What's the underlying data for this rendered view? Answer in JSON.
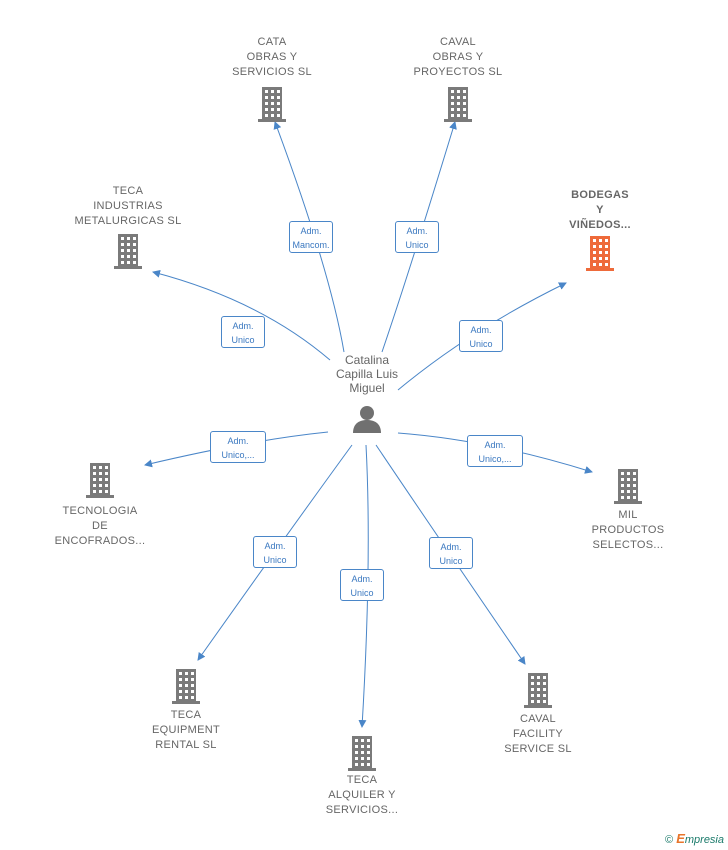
{
  "center": {
    "name": "Catalina\nCapilla Luis\nMiguel",
    "icon": "person-icon"
  },
  "companies": [
    {
      "id": "cata",
      "name": "CATA\nOBRAS Y\nSERVICIOS  SL",
      "highlight": false
    },
    {
      "id": "caval-obras",
      "name": "CAVAL\nOBRAS Y\nPROYECTOS SL",
      "highlight": false
    },
    {
      "id": "teca-industrias",
      "name": "TECA\nINDUSTRIAS\nMETALURGICAS SL",
      "highlight": false
    },
    {
      "id": "bodegas",
      "name": "BODEGAS\nY\nVIÑEDOS...",
      "highlight": true
    },
    {
      "id": "tecnologia",
      "name": "TECNOLOGIA\nDE\nENCOFRADOS...",
      "highlight": false
    },
    {
      "id": "mil",
      "name": "MIL\nPRODUCTOS\nSELECTOS...",
      "highlight": false
    },
    {
      "id": "teca-equipment",
      "name": "TECA\nEQUIPMENT\nRENTAL  SL",
      "highlight": false
    },
    {
      "id": "teca-alquiler",
      "name": "TECA\nALQUILER Y\nSERVICIOS...",
      "highlight": false
    },
    {
      "id": "caval-facility",
      "name": "CAVAL\nFACILITY\nSERVICE  SL",
      "highlight": false
    }
  ],
  "relations": [
    {
      "to": "cata",
      "label": "Adm.\nMancom."
    },
    {
      "to": "caval-obras",
      "label": "Adm.\nUnico"
    },
    {
      "to": "teca-industrias",
      "label": "Adm.\nUnico"
    },
    {
      "to": "bodegas",
      "label": "Adm.\nUnico"
    },
    {
      "to": "tecnologia",
      "label": "Adm.\nUnico,..."
    },
    {
      "to": "mil",
      "label": "Adm.\nUnico,..."
    },
    {
      "to": "teca-equipment",
      "label": "Adm.\nUnico"
    },
    {
      "to": "teca-alquiler",
      "label": "Adm.\nUnico"
    },
    {
      "to": "caval-facility",
      "label": "Adm.\nUnico"
    }
  ],
  "colors": {
    "edge": "#4a86c8",
    "building": "#7a7a7a",
    "highlight": "#ee6a3a"
  },
  "footer": {
    "copyright": "©",
    "brand_first": "E",
    "brand_rest": "mpresia"
  }
}
